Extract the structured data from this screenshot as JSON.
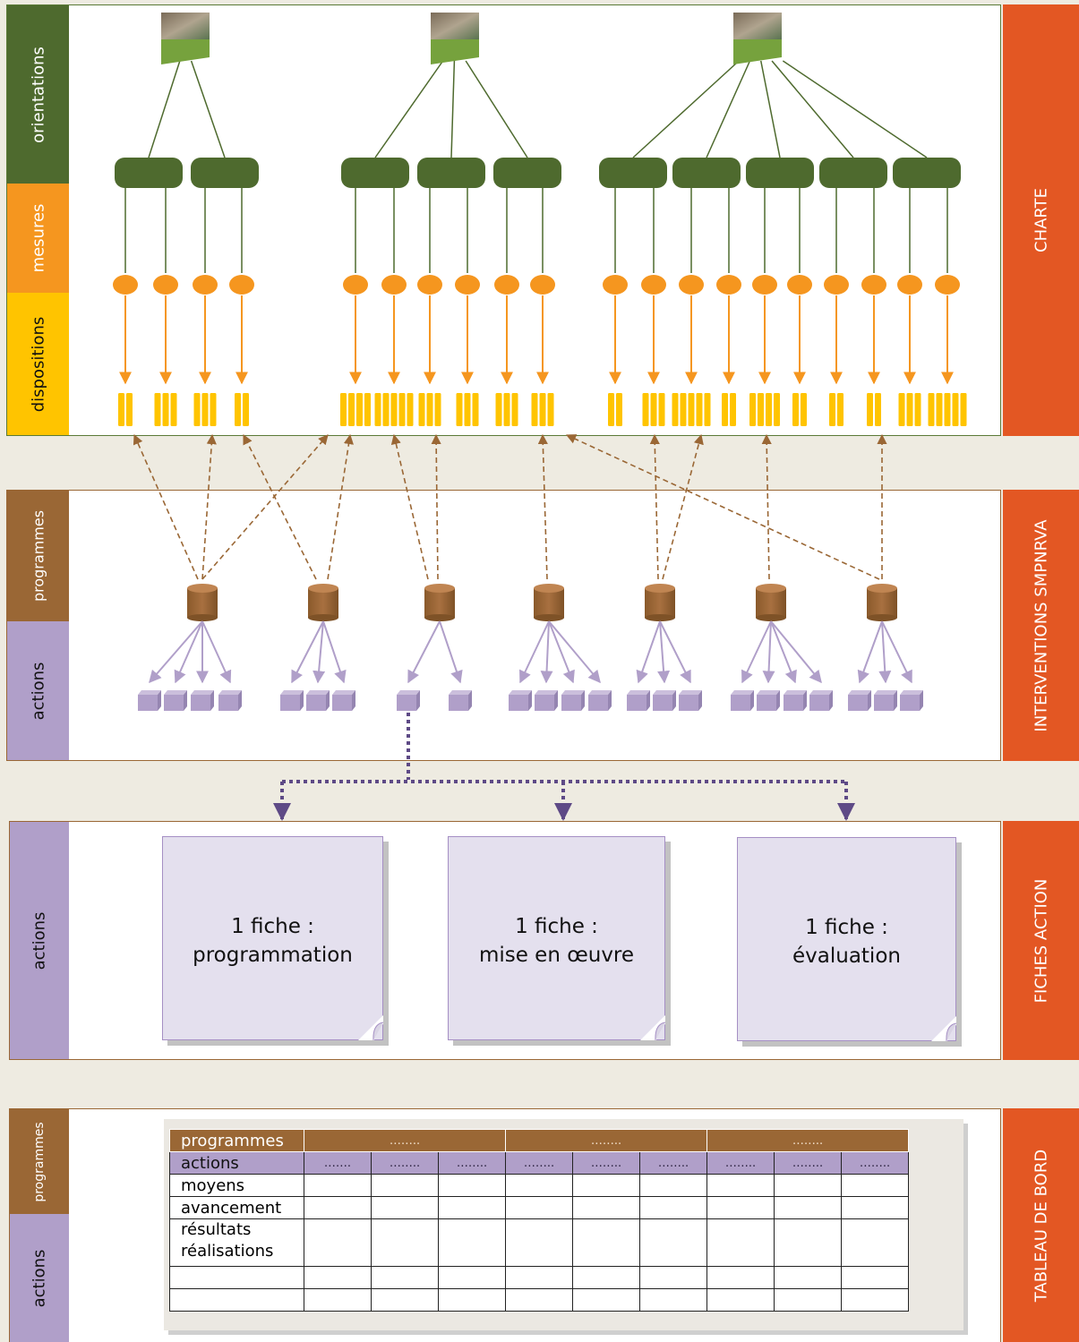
{
  "sections": {
    "charte": {
      "side_label": "CHARTE",
      "bands": {
        "orientations": "orientations",
        "mesures": "mesures",
        "dispositions": "dispositions"
      }
    },
    "interventions": {
      "side_label": "INTERVENTIONS SMPNRVA",
      "bands": {
        "programmes": "programmes",
        "actions": "actions"
      }
    },
    "fiches": {
      "side_label": "FICHES ACTION",
      "band": "actions",
      "cards": [
        {
          "line1": "1 fiche :",
          "line2": "programmation"
        },
        {
          "line1": "1 fiche :",
          "line2": "mise en œuvre"
        },
        {
          "line1": "1 fiche :",
          "line2": "évaluation"
        }
      ]
    },
    "tableau": {
      "side_label": "TABLEAU DE BORD",
      "bands": {
        "programmes": "programmes",
        "actions": "actions"
      },
      "table": {
        "row_labels": [
          "programmes",
          "actions",
          "moyens",
          "avancement",
          "résultats",
          "réalisations"
        ],
        "placeholder": "……..",
        "placeholder_short": "……."
      }
    }
  },
  "colors": {
    "side": "#e35723",
    "orientation": "#4e6a2e",
    "mesure": "#f5961f",
    "disposition": "#ffc400",
    "programme": "#9a6735",
    "action": "#b09fc9"
  }
}
